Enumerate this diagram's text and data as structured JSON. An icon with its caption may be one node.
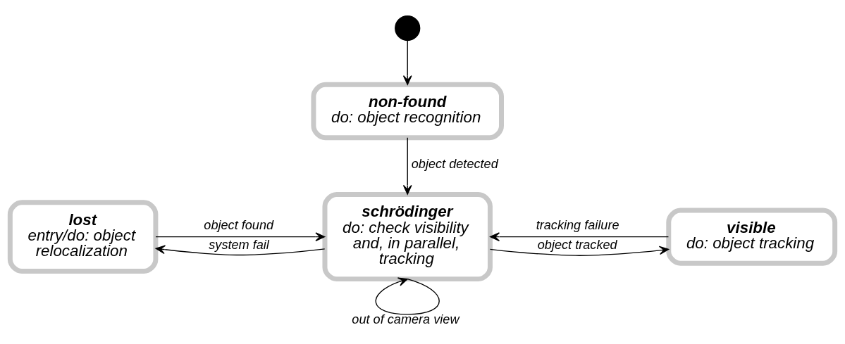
{
  "diagram": {
    "nodes": [
      {
        "text": [],
        "shape": "circle"
      },
      {
        "text": [
          "non-found",
          "do: object recognition"
        ]
      },
      {
        "text": [
          "schrödinger",
          "do: check visibility and, in parallel, tracking"
        ]
      },
      {
        "text": [
          "lost",
          "entry/do: object relocalization"
        ]
      },
      {
        "text": [
          "visible",
          "do: object tracking"
        ]
      }
    ],
    "edges": [
      {
        "from": 0,
        "to": 1,
        "arrow": "to"
      },
      {
        "from": 1,
        "to": 2,
        "arrow": "to",
        "label": "object detected"
      },
      {
        "from": 2,
        "to": 3,
        "arrow": "to",
        "label": "system fail"
      },
      {
        "from": 3,
        "to": 2,
        "arrow": "to",
        "label": "object found"
      },
      {
        "from": 2,
        "to": 4,
        "arrow": "to",
        "label": "object tracked"
      },
      {
        "from": 4,
        "to": 2,
        "arrow": "to",
        "label": "tracking failure"
      },
      {
        "from": 2,
        "to": 2,
        "arrow": "to",
        "label": "out of camera view"
      }
    ]
  }
}
